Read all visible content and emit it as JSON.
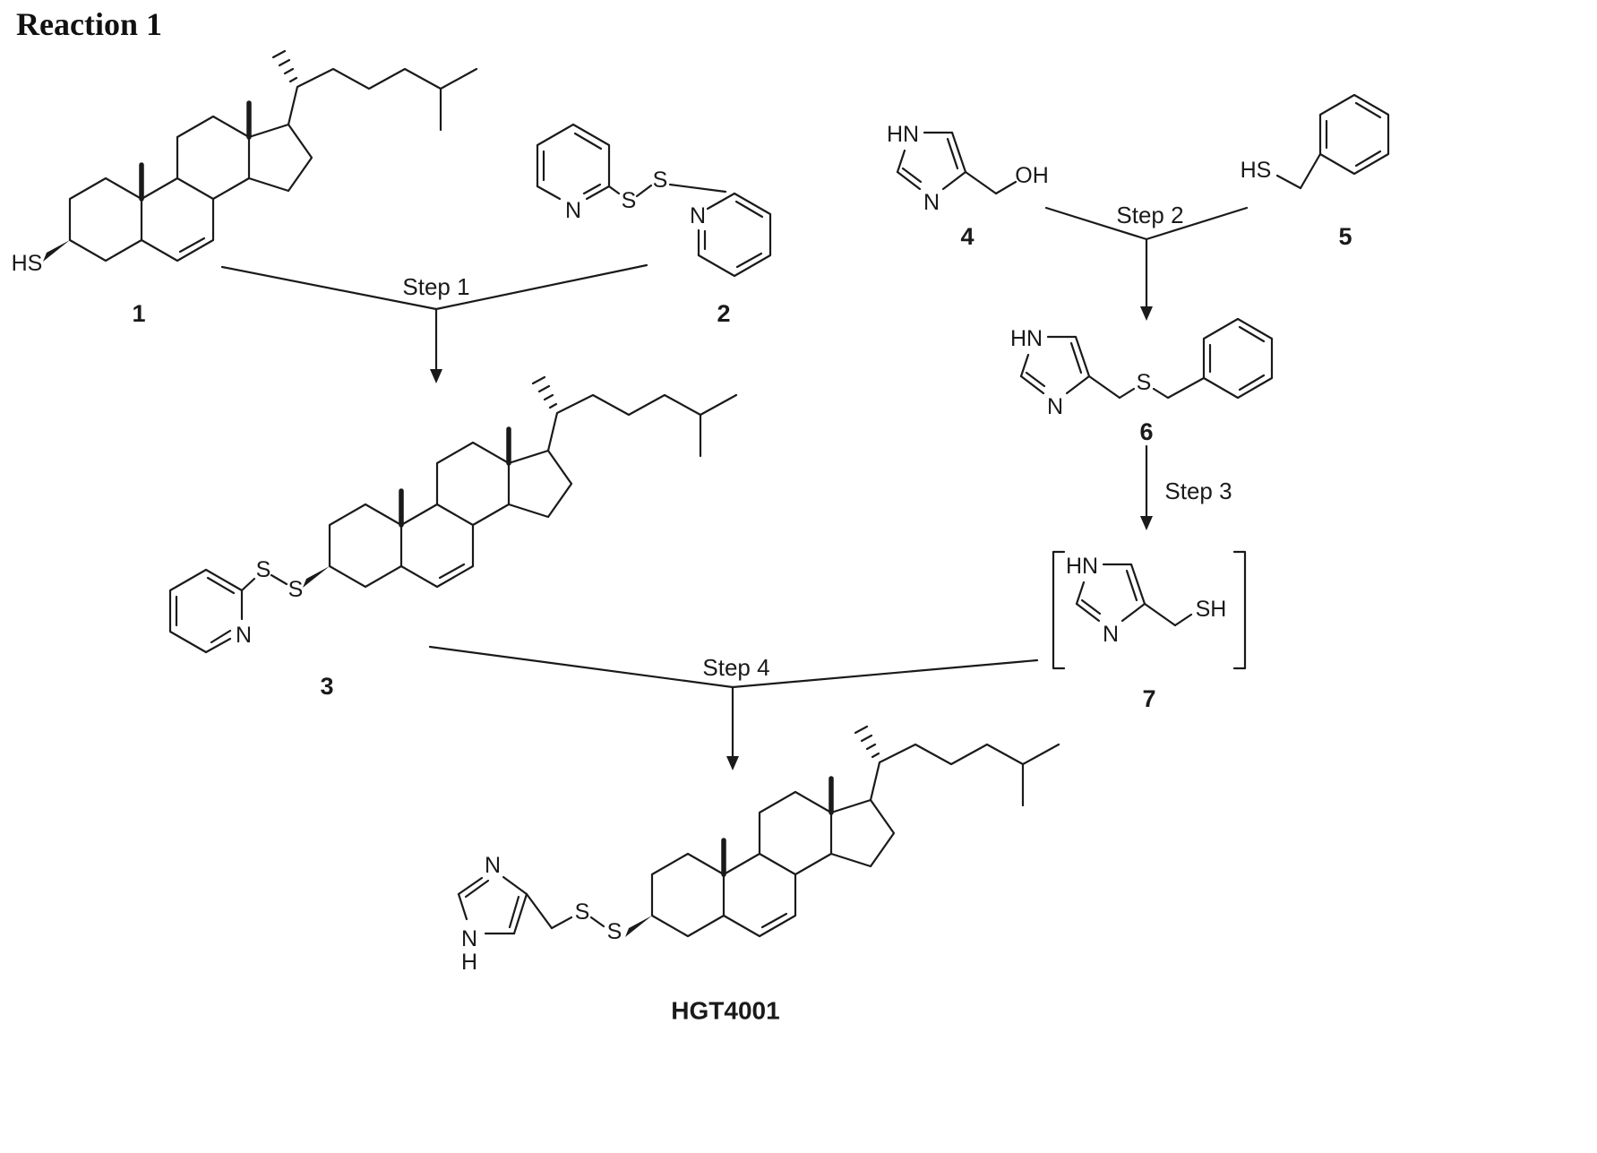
{
  "title": "Reaction 1",
  "steps": {
    "step1": "Step 1",
    "step2": "Step 2",
    "step3": "Step 3",
    "step4": "Step 4"
  },
  "compounds": {
    "c1": {
      "label": "1",
      "atoms": {
        "hs": "HS"
      }
    },
    "c2": {
      "label": "2",
      "atoms": {
        "s_left": "S",
        "s_right": "S",
        "n_left": "N",
        "n_right": "N"
      }
    },
    "c3": {
      "label": "3",
      "atoms": {
        "s_left": "S",
        "s_right": "S",
        "n": "N"
      }
    },
    "c4": {
      "label": "4",
      "atoms": {
        "hn": "HN",
        "n": "N",
        "oh": "OH"
      }
    },
    "c5": {
      "label": "5",
      "atoms": {
        "hs": "HS"
      }
    },
    "c6": {
      "label": "6",
      "atoms": {
        "hn": "HN",
        "n": "N",
        "s": "S"
      }
    },
    "c7": {
      "label": "7",
      "atoms": {
        "hn": "HN",
        "n": "N",
        "sh": "SH"
      }
    },
    "product": {
      "label": "HGT4001",
      "atoms": {
        "n_top": "N",
        "n_bottom": "N",
        "h": "H",
        "s_left": "S",
        "s_right": "S"
      }
    }
  },
  "colors": {
    "ink": "#1a1a1a",
    "background": "#ffffff"
  }
}
